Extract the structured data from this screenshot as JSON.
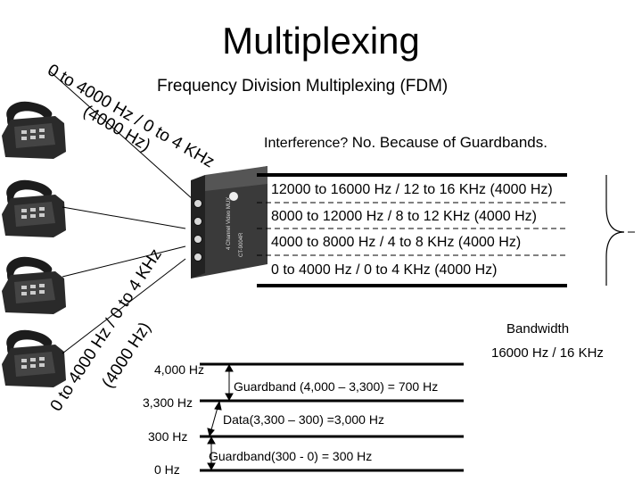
{
  "title": "Multiplexing",
  "subtitle": "Frequency Division Multiplexing (FDM)",
  "interference": {
    "question": "Interference?",
    "answer": "No. Because of Guardbands."
  },
  "channels": [
    "12000 to 16000 Hz / 12 to 16 KHz (4000 Hz)",
    "8000 to 12000 Hz / 8 to 12 KHz (4000 Hz)",
    "4000 to 8000 Hz / 4 to 8 KHz (4000 Hz)",
    "0 to 4000 Hz / 0 to 4 KHz (4000 Hz)"
  ],
  "phone_link_top": {
    "line1": "0 to 4000 Hz / 0 to 4 KHz",
    "line2": "(4000 Hz)"
  },
  "phone_link_bottom": {
    "line1": "0 to 4000 Hz / 0 to 4 KHz",
    "line2": "(4000 Hz)"
  },
  "bandwidth": {
    "label": "Bandwidth",
    "value": "16000 Hz / 16 KHz"
  },
  "freq_levels": [
    "4,000 Hz",
    "3,300 Hz",
    "300 Hz",
    "0 Hz"
  ],
  "guardband_top": "Guardband (4,000 – 3,300) = 700 Hz",
  "data_band": "Data(3,300 – 300) =3,000 Hz",
  "guardband_bottom": "Guardband(300 - 0) = 300 Hz",
  "device": {
    "label1": "4 Channel Video MUX",
    "label2": "CT-9004R"
  }
}
